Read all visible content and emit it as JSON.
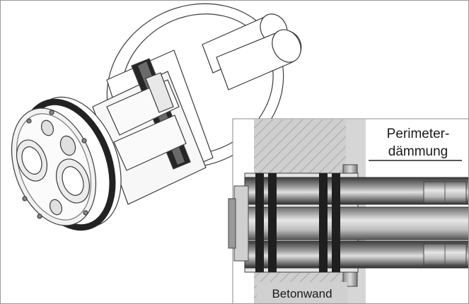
{
  "labels": {
    "insulation_line1": "Perimeter-",
    "insulation_line2": "dämmung",
    "wall": "Betonwand"
  },
  "colors": {
    "concrete": "#c9c9c9",
    "seal_black": "#222222",
    "steel_light": "#e6e6e6",
    "steel_dark": "#555555",
    "outline": "#3c3c3c"
  }
}
